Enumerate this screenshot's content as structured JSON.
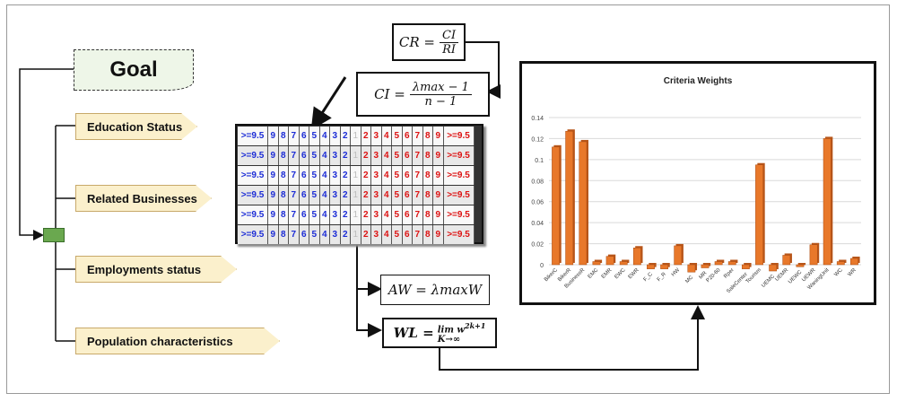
{
  "goal": {
    "label": "Goal"
  },
  "criteria": [
    {
      "label": "Education Status"
    },
    {
      "label": "Related Businesses"
    },
    {
      "label": "Employments status"
    },
    {
      "label": "Population characteristics"
    }
  ],
  "formulas": {
    "cr": {
      "lhs": "CR =",
      "num": "CI",
      "den": "RI"
    },
    "ci": {
      "lhs": "CI =",
      "num": "λmax − 1",
      "den": "n − 1"
    },
    "aw": {
      "text": "AW = λmaxW"
    },
    "wl": {
      "lhs": "WL =",
      "lim": "lim w",
      "exp": "2k+1",
      "sub": "K→∞"
    }
  },
  "matrix": {
    "left": [
      ">=9.5",
      "9",
      "8",
      "7",
      "6",
      "5",
      "4",
      "3",
      "2"
    ],
    "middle": "1",
    "right": [
      "2",
      "3",
      "4",
      "5",
      "6",
      "7",
      "8",
      "9",
      ">=9.5"
    ],
    "rows": 6
  },
  "chart_data": {
    "type": "bar",
    "title": "Criteria Weights",
    "categories": [
      "BikerC",
      "BikerR",
      "BusinessR",
      "EMC",
      "EMR",
      "EWC",
      "EWR",
      "F_C",
      "F_R",
      "HW",
      "MC",
      "MR",
      "P20-60",
      "Rper",
      "SaleCenter",
      "Tourism",
      "UEMC",
      "UEMR",
      "UEWC",
      "UEWR",
      "WaningUnit",
      "WC",
      "WR"
    ],
    "values": [
      0.112,
      0.127,
      0.117,
      0.003,
      0.008,
      0.003,
      0.016,
      -0.004,
      -0.004,
      0.018,
      -0.007,
      -0.003,
      0.003,
      0.003,
      -0.004,
      0.095,
      -0.006,
      0.009,
      -0.002,
      0.019,
      0.12,
      0.003,
      0.006
    ],
    "yticks": [
      "0.14",
      "0.12",
      "0.1",
      "0.08",
      "0.06",
      "0.04",
      "0.02",
      "0"
    ],
    "ylim": [
      0,
      0.14
    ],
    "bar_color": "#e8782a",
    "grid": true
  }
}
